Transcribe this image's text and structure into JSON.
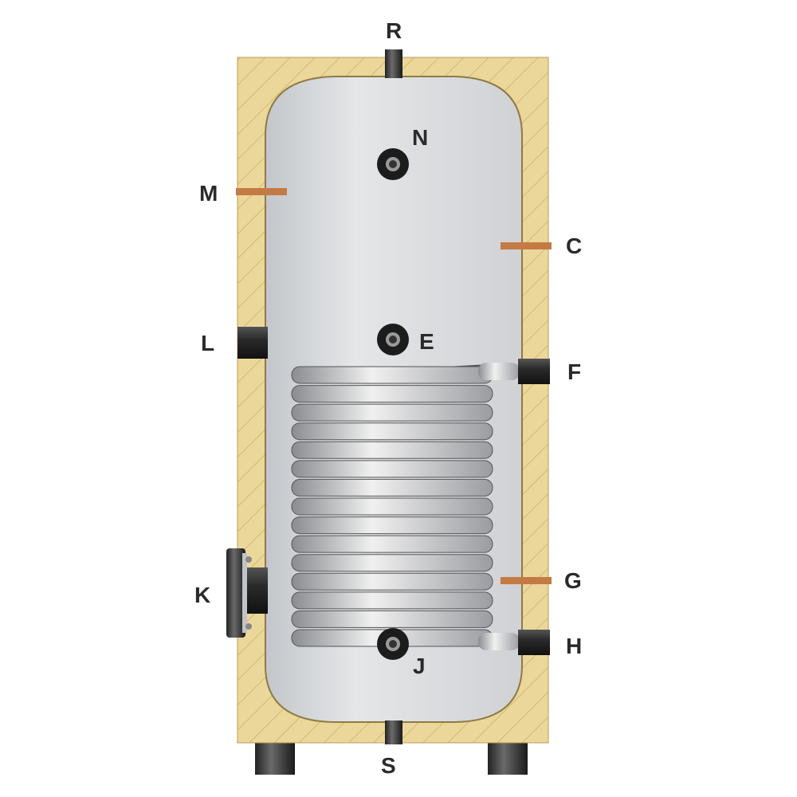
{
  "labels": {
    "R": "R",
    "N": "N",
    "M": "M",
    "C": "C",
    "L": "L",
    "E": "E",
    "F": "F",
    "K": "K",
    "G": "G",
    "H": "H",
    "J": "J",
    "S": "S"
  },
  "coil_turns": 15,
  "colors": {
    "insulation": "#ecd79a",
    "hatch": "#c9ae6a",
    "tank": "#d6d8db",
    "pipe": "#3a3a3a",
    "sensor": "#c47a45"
  }
}
